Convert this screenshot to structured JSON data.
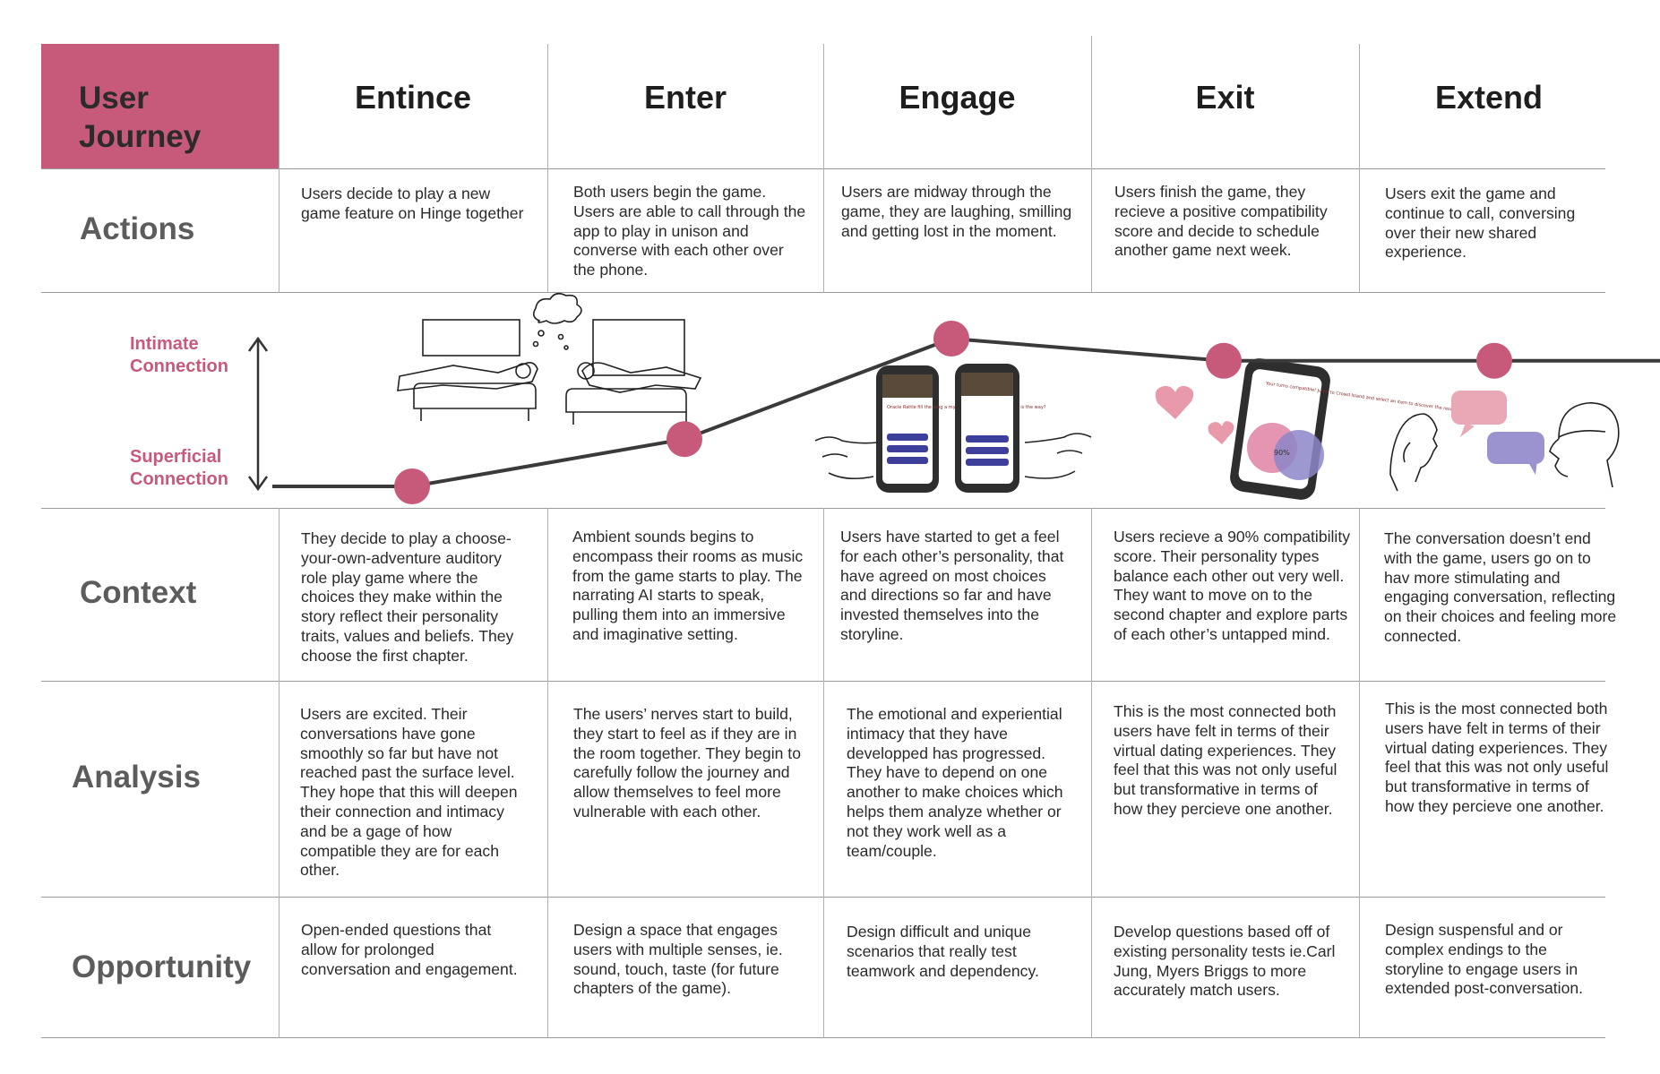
{
  "corner_title": "User Journey",
  "stages": [
    "Entince",
    "Enter",
    "Engage",
    "Exit",
    "Extend"
  ],
  "row_labels": {
    "actions": "Actions",
    "context": "Context",
    "analysis": "Analysis",
    "opportunity": "Opportunity"
  },
  "axis": {
    "top_label": "Intimate Connection",
    "bottom_label": "Superficial Connection"
  },
  "journey_levels": [
    0.0,
    0.32,
    1.0,
    0.85,
    0.85
  ],
  "colors": {
    "accent": "#c75a7a",
    "line": "#3a3a3a"
  },
  "illustrations": [
    "couple-on-couches-icon",
    "phones-in-hands-icon",
    "compatibility-phone-icon",
    "conversation-heads-icon"
  ],
  "phone_text": {
    "engage_prompt": "Oracle Rattle fill the ping a mystic leading your way. Which is the way?",
    "exit_title": "Your turns compatible! Jump to Crowd Island and select an item to discover the results.",
    "score": "90%"
  },
  "rows": {
    "actions": [
      "Users decide to play a new game feature on Hinge together",
      "Both users begin the game. Users are able to call through the app to play in unison and converse with each other over the phone.",
      "Users are midway through the game, they are laughing, smilling and getting lost in the moment.",
      "Users finish the game, they recieve a positive compatibility score and decide to schedule another game next week.",
      "Users exit the game and continue to call, conversing over their new shared experience."
    ],
    "context": [
      "They decide to play a choose-your-own-adventure auditory role play game where the choices they make within the story reflect their personality traits, values and beliefs. They choose the first chapter.",
      "Ambient sounds begins to encompass their rooms as music from the game starts to play. The narrating AI starts to speak, pulling them into an immersive and imaginative setting.",
      "Users have started to get a feel for each other’s personality, that have agreed on most choices and directions so far and have invested themselves into the storyline.",
      "Users recieve a 90% compatibility score. Their personality types balance each other out very well. They want to move on to the second chapter and explore parts of each other’s untapped mind.",
      "The conversation doesn’t end with the game, users go on to hav more stimulating and engaging conversation, reflecting on their choices and feeling more connected."
    ],
    "analysis": [
      "Users are excited. Their conversations have gone smoothly so far but have not reached past the surface level. They hope that this will deepen their connection and intimacy and be a gage of how compatible they are for each other.",
      "The users’ nerves start to build, they start to feel as if they are in the room together. They begin to carefully follow the journey and allow themselves to feel more vulnerable with each other.",
      "The emotional and experiential intimacy that they have developped has progressed. They have to depend on one another to make choices which helps them analyze whether or not they work well as a team/couple.",
      "This is the most connected both users have felt in terms of their virtual dating experiences. They feel that this was not only useful but transformative in terms of how they percieve one another.",
      "This is the most connected both users have felt in terms of their virtual dating experiences. They feel that this was not only useful but transformative in terms of how they percieve one another."
    ],
    "opportunity": [
      "Open-ended questions that allow for prolonged conversation and engagement.",
      "Design a space that engages users with multiple senses, ie. sound, touch, taste (for future chapters of the game).",
      "Design difficult and unique scenarios that really test teamwork and dependency.",
      "Develop questions based off of existing personality tests ie.Carl Jung, Myers Briggs to more accurately match users.",
      "Design suspensful and or complex endings to the storyline to engage users in extended post-conversation."
    ]
  }
}
